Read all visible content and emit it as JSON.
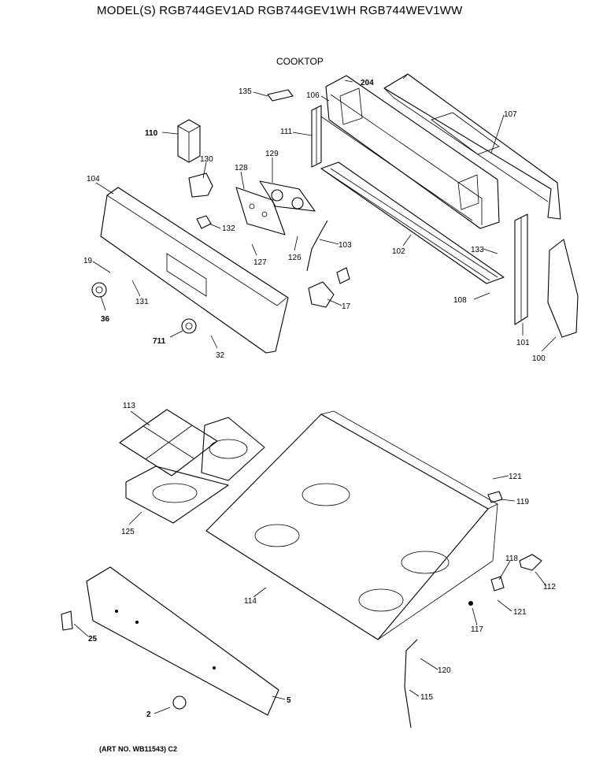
{
  "header": {
    "models": "MODEL(S) RGB744GEV1AD  RGB744GEV1WH  RGB744WEV1WW"
  },
  "section": {
    "title": "COOKTOP"
  },
  "footer": {
    "art_no": "(ART NO. WB11543) C2"
  },
  "callouts": [
    {
      "id": "p204",
      "label": "204"
    },
    {
      "id": "p135",
      "label": "135"
    },
    {
      "id": "p106",
      "label": "106"
    },
    {
      "id": "p107",
      "label": "107"
    },
    {
      "id": "p110",
      "label": "110"
    },
    {
      "id": "p111",
      "label": "111"
    },
    {
      "id": "p129",
      "label": "129"
    },
    {
      "id": "p130",
      "label": "130"
    },
    {
      "id": "p128",
      "label": "128"
    },
    {
      "id": "p104",
      "label": "104"
    },
    {
      "id": "p132",
      "label": "132"
    },
    {
      "id": "p127",
      "label": "127"
    },
    {
      "id": "p126",
      "label": "126"
    },
    {
      "id": "p103",
      "label": "103"
    },
    {
      "id": "p102",
      "label": "102"
    },
    {
      "id": "p133",
      "label": "133"
    },
    {
      "id": "p19",
      "label": "19"
    },
    {
      "id": "p131",
      "label": "131"
    },
    {
      "id": "p17",
      "label": "17"
    },
    {
      "id": "p108",
      "label": "108"
    },
    {
      "id": "p36",
      "label": "36"
    },
    {
      "id": "p711",
      "label": "711"
    },
    {
      "id": "p32",
      "label": "32"
    },
    {
      "id": "p101",
      "label": "101"
    },
    {
      "id": "p100",
      "label": "100"
    },
    {
      "id": "p113",
      "label": "113"
    },
    {
      "id": "p121a",
      "label": "121"
    },
    {
      "id": "p119",
      "label": "119"
    },
    {
      "id": "p125",
      "label": "125"
    },
    {
      "id": "p118",
      "label": "118"
    },
    {
      "id": "p112",
      "label": "112"
    },
    {
      "id": "p114",
      "label": "114"
    },
    {
      "id": "p117",
      "label": "117"
    },
    {
      "id": "p121b",
      "label": "121"
    },
    {
      "id": "p25",
      "label": "25"
    },
    {
      "id": "p120",
      "label": "120"
    },
    {
      "id": "p115",
      "label": "115"
    },
    {
      "id": "p5",
      "label": "5"
    },
    {
      "id": "p2",
      "label": "2"
    }
  ]
}
